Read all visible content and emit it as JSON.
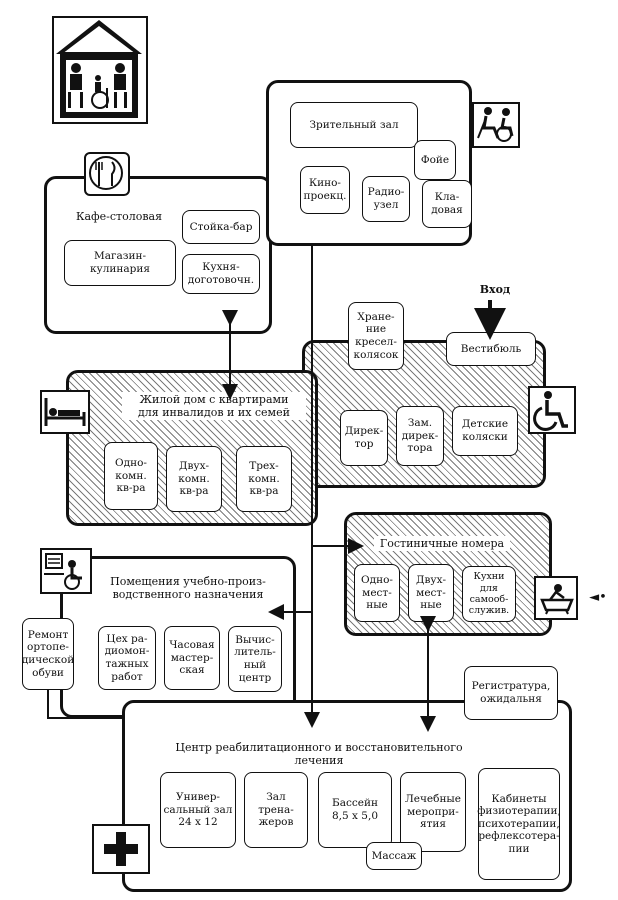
{
  "zones": {
    "cafe": {
      "title": "Кафе-столовая",
      "rooms": {
        "bar": "Стойка-бар",
        "shop": "Магазин-\nкулинария",
        "kitchen": "Кухня-\nдоготовочн."
      }
    },
    "hall": {
      "rooms": {
        "auditorium": "Зрительный зал",
        "foyer": "Фойе",
        "projection": "Кино-\nпроекц.",
        "radio": "Радио-\nузел",
        "storage": "Кла-\nдовая"
      }
    },
    "vestibule": {
      "entrance": "Вход",
      "title": "Вестибюль",
      "rooms": {
        "wheelchairs": "Хране-\nние\nкресел-\nколясок",
        "director": "Дирек-\nтор",
        "deputy": "Зам.\nдирек-\nтора",
        "strollers": "Детские\nколяски"
      }
    },
    "housing": {
      "title": "Жилой дом с квартирами\nдля инвалидов и их семей",
      "rooms": {
        "one_room": "Одно-\nкомн.\nкв-ра",
        "two_room": "Двух-\nкомн.\nкв-ра",
        "three_room": "Трех-\nкомн.\nкв-ра"
      }
    },
    "hotel": {
      "title": "Гостиничные номера",
      "rooms": {
        "single": "Одно-\nмест-\nные",
        "double": "Двух-\nмест-\nные",
        "self_kitchen": "Кухни\nдля\nсамооб-\nслужив."
      }
    },
    "workshops": {
      "title": "Помещения учебно-произ-\nводственного назначения",
      "rooms": {
        "shoe_repair": "Ремонт\nортопе-\nдической\nобуви",
        "radio_shop": "Цех ра-\nдиомон-\nтажных\nработ",
        "watch_shop": "Часовая\nмастер-\nская",
        "computing": "Вычис-\nлитель-\nный\nцентр"
      }
    },
    "rehab": {
      "title": "Центр реабилитационного и  восстановительного\nлечения",
      "registry": "Регистратура,\nожидальня",
      "rooms": {
        "gym": "Универ-\nсальный зал\n24 х 12",
        "trainers": "Зал трена-\nжеров",
        "pool": "Бассейн\n8,5 х 5,0",
        "treatment": "Лечебные\nмеропри-\nятия",
        "massage": "Массаж",
        "therapy": "Кабинеты\nфизиотерапии,\nпсихотерапии,\nрефлексотера-\nпии"
      }
    }
  },
  "icons": {
    "top_left": "family-house-pictogram",
    "cafe": "cafe-pictogram",
    "hall": "theatre-wheelchair-pictogram",
    "vestibule": "wheelchair-pictogram",
    "housing": "bed-pictogram",
    "workshops": "workshop-pictogram",
    "hotel": "bath-pictogram",
    "rehab": "medical-cross-pictogram"
  },
  "side_mark": "◄•"
}
